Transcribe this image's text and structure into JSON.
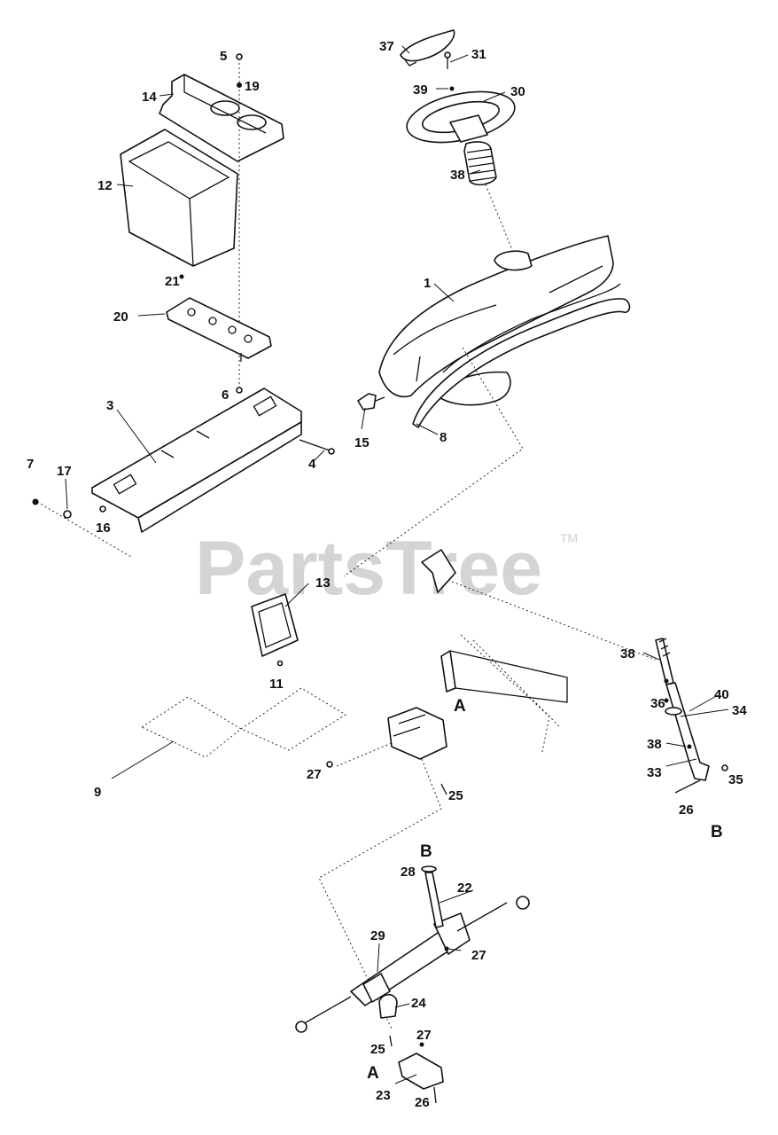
{
  "watermark": {
    "brand": "PartsTree",
    "tm": "TM"
  },
  "callouts": [
    {
      "id": "c37",
      "text": "37"
    },
    {
      "id": "c31",
      "text": "31"
    },
    {
      "id": "c39",
      "text": "39"
    },
    {
      "id": "c30",
      "text": "30"
    },
    {
      "id": "c38a",
      "text": "38"
    },
    {
      "id": "c5",
      "text": "5"
    },
    {
      "id": "c19",
      "text": "19"
    },
    {
      "id": "c14",
      "text": "14"
    },
    {
      "id": "c12",
      "text": "12"
    },
    {
      "id": "c21",
      "text": "21"
    },
    {
      "id": "c20",
      "text": "20"
    },
    {
      "id": "c1",
      "text": "1"
    },
    {
      "id": "c6",
      "text": "6"
    },
    {
      "id": "c3",
      "text": "3"
    },
    {
      "id": "c15",
      "text": "15"
    },
    {
      "id": "c8",
      "text": "8"
    },
    {
      "id": "c4",
      "text": "4"
    },
    {
      "id": "c7",
      "text": "7"
    },
    {
      "id": "c17",
      "text": "17"
    },
    {
      "id": "c16",
      "text": "16"
    },
    {
      "id": "c13",
      "text": "13"
    },
    {
      "id": "c11",
      "text": "11"
    },
    {
      "id": "c38b",
      "text": "38"
    },
    {
      "id": "c36",
      "text": "36"
    },
    {
      "id": "c40",
      "text": "40"
    },
    {
      "id": "c34",
      "text": "34"
    },
    {
      "id": "c38c",
      "text": "38"
    },
    {
      "id": "c33",
      "text": "33"
    },
    {
      "id": "c35",
      "text": "35"
    },
    {
      "id": "c26a",
      "text": "26"
    },
    {
      "id": "cA1",
      "text": "A"
    },
    {
      "id": "c9",
      "text": "9"
    },
    {
      "id": "c27a",
      "text": "27"
    },
    {
      "id": "c25a",
      "text": "25"
    },
    {
      "id": "cB1",
      "text": "B"
    },
    {
      "id": "cB2",
      "text": "B"
    },
    {
      "id": "c28",
      "text": "28"
    },
    {
      "id": "c22",
      "text": "22"
    },
    {
      "id": "c29",
      "text": "29"
    },
    {
      "id": "c27b",
      "text": "27"
    },
    {
      "id": "c24",
      "text": "24"
    },
    {
      "id": "c27c",
      "text": "27"
    },
    {
      "id": "c25b",
      "text": "25"
    },
    {
      "id": "cA2",
      "text": "A"
    },
    {
      "id": "c23",
      "text": "23"
    },
    {
      "id": "c26b",
      "text": "26"
    }
  ]
}
